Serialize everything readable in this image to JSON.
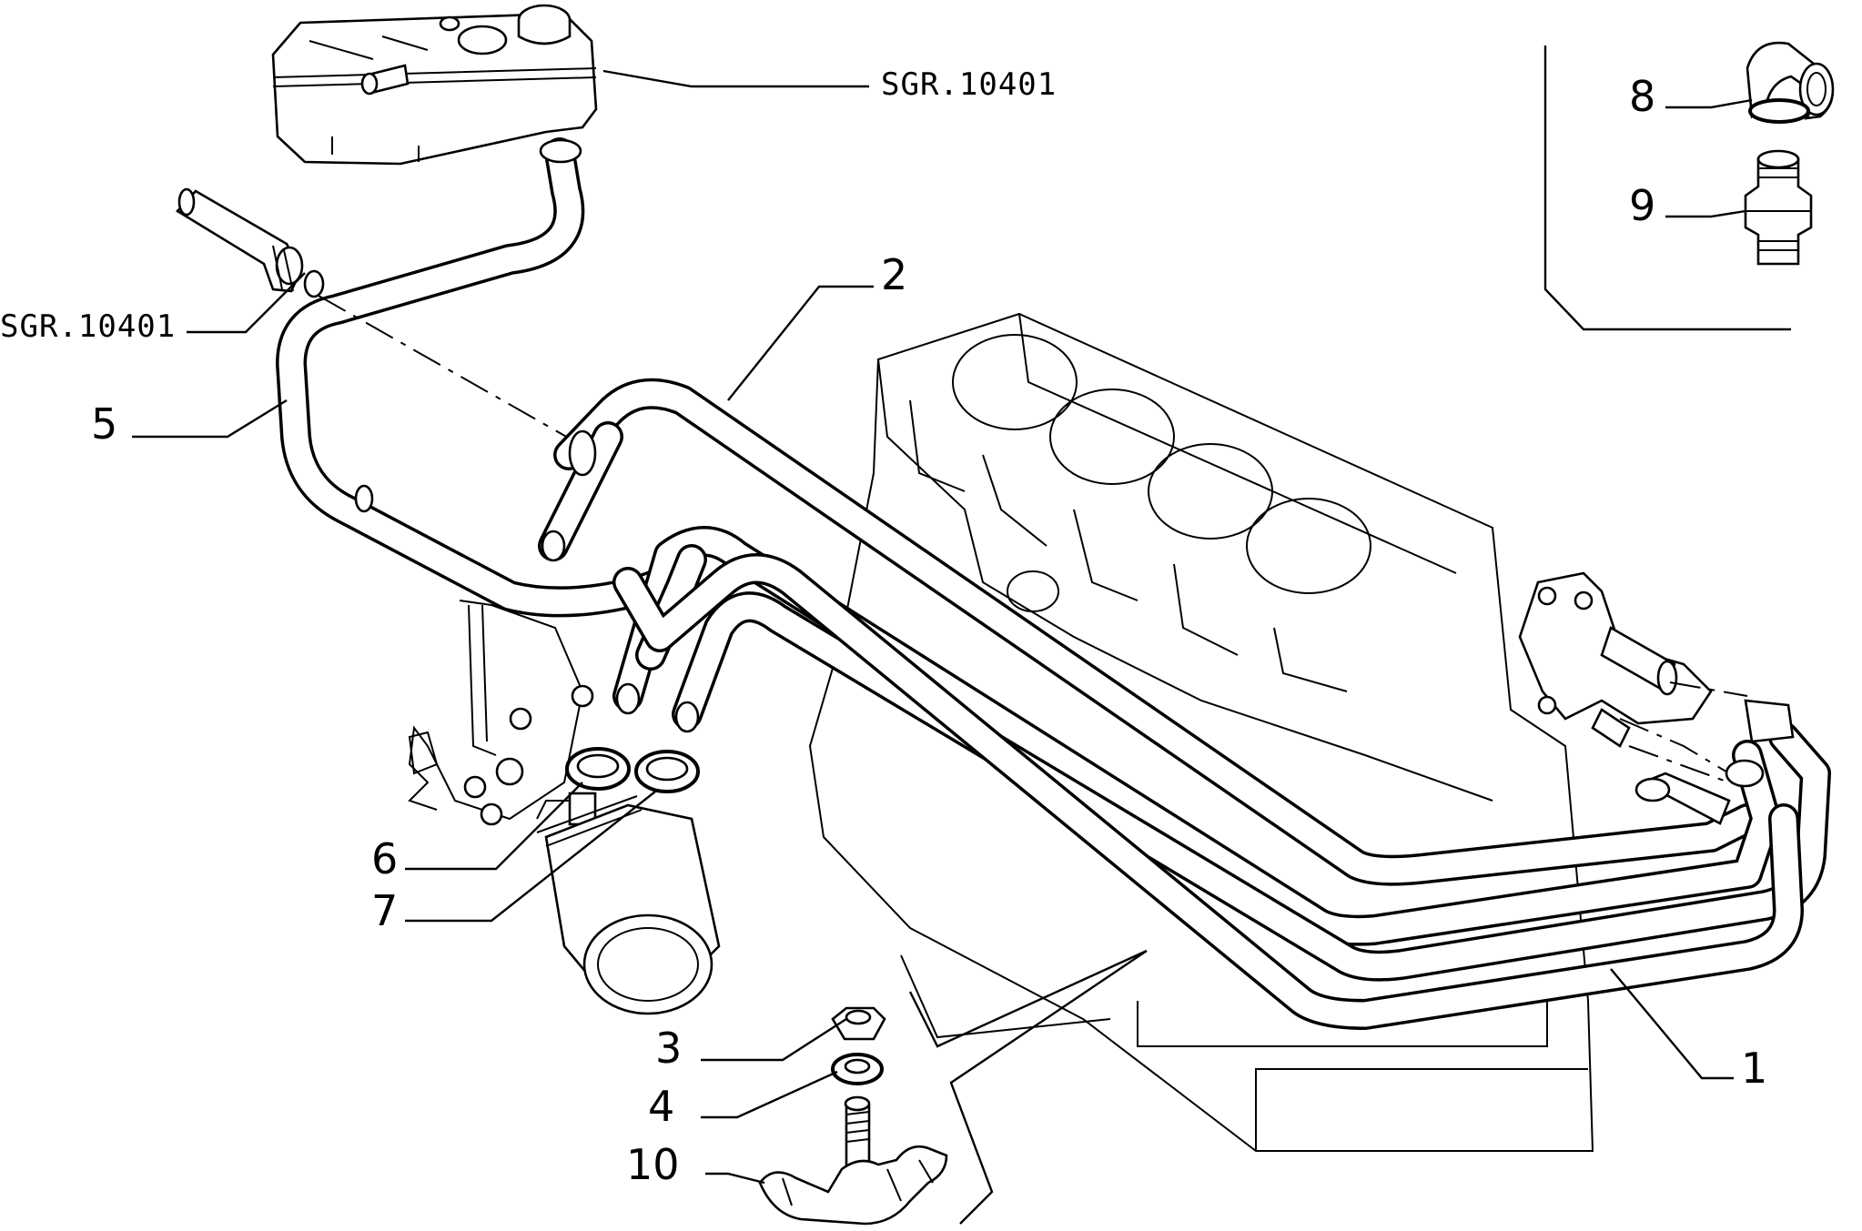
{
  "labels": {
    "l1": "1",
    "l2": "2",
    "l3": "3",
    "l4": "4",
    "l5": "5",
    "l6": "6",
    "l7": "7",
    "l8": "8",
    "l9": "9",
    "l10": "10"
  },
  "references": {
    "tank_ref": "SGR.10401",
    "connector_ref": "SGR.10401"
  }
}
